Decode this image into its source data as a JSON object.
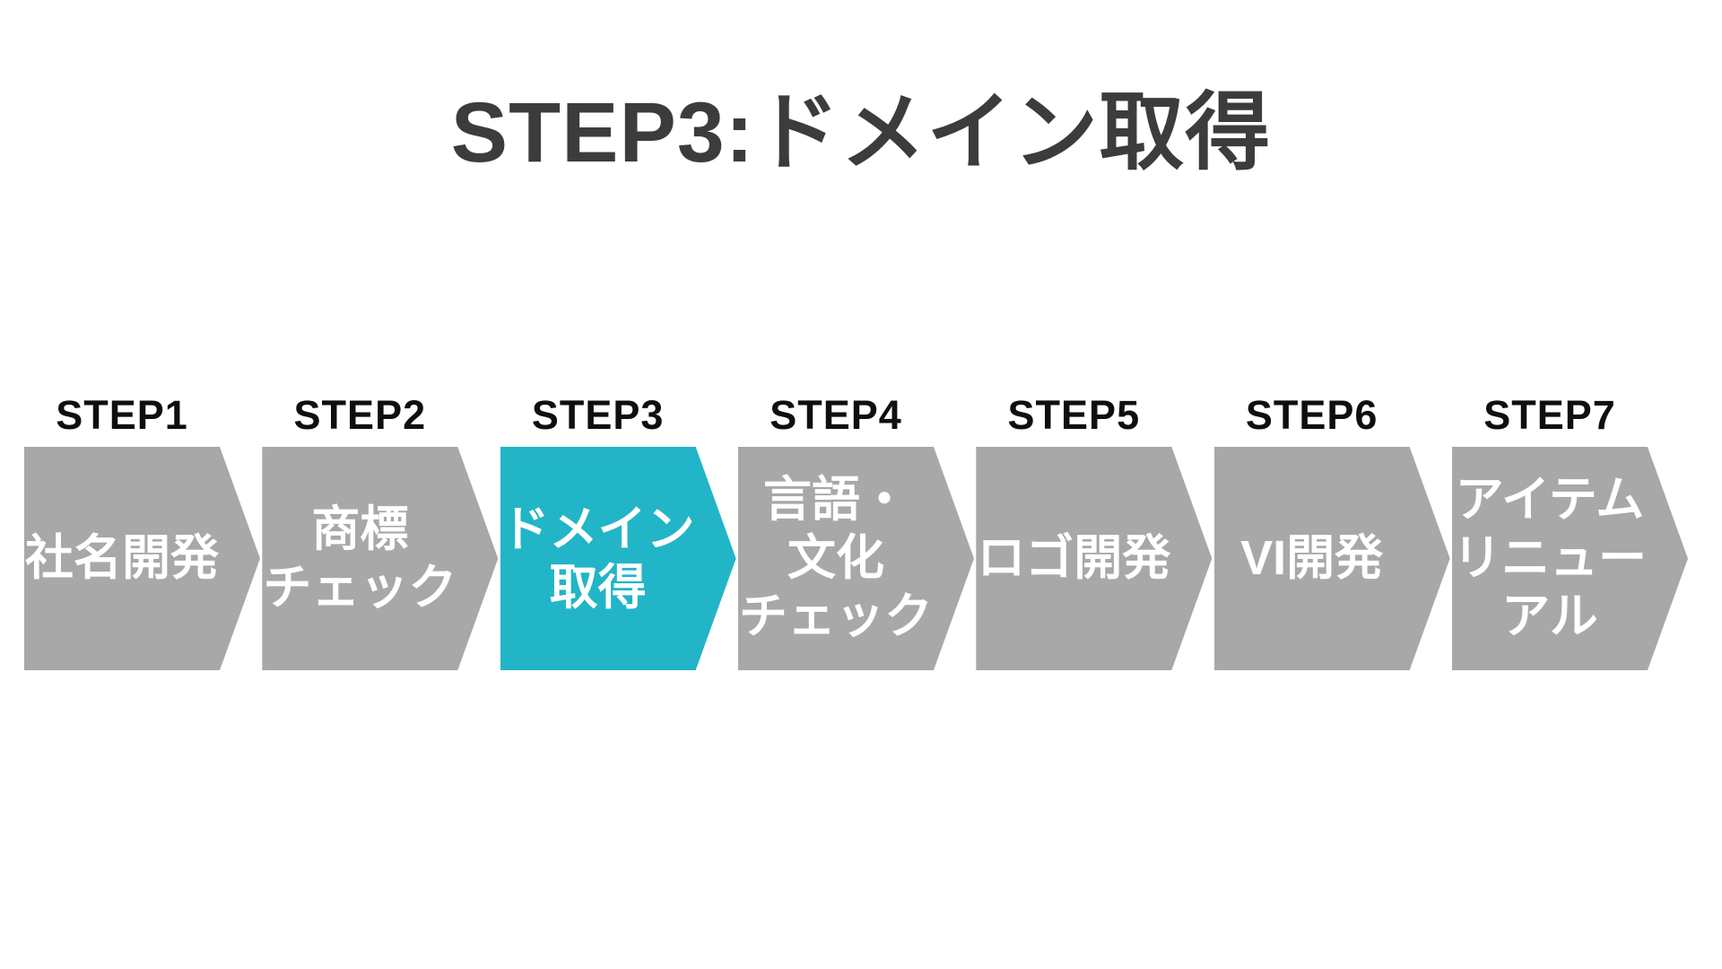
{
  "title": "STEP3:ドメイン取得",
  "colors": {
    "accent": "#22b5c7",
    "inactive": "#a8a8a8",
    "title_text": "#3a3d3a",
    "step_label_text": "#0f0f0f",
    "arrow_text": "#ffffff",
    "background": "#ffffff"
  },
  "steps": [
    {
      "label": "STEP1",
      "active": false,
      "lines": [
        "社名開発"
      ]
    },
    {
      "label": "STEP2",
      "active": false,
      "lines": [
        "商標",
        "チェック"
      ]
    },
    {
      "label": "STEP3",
      "active": true,
      "lines": [
        "ドメイン",
        "取得"
      ]
    },
    {
      "label": "STEP4",
      "active": false,
      "lines": [
        "言語・",
        "文化",
        "チェック"
      ]
    },
    {
      "label": "STEP5",
      "active": false,
      "lines": [
        "ロゴ開発"
      ]
    },
    {
      "label": "STEP6",
      "active": false,
      "lines": [
        "VI開発"
      ]
    },
    {
      "label": "STEP7",
      "active": false,
      "lines": [
        "アイテム",
        "リニュー",
        "アル"
      ]
    }
  ]
}
